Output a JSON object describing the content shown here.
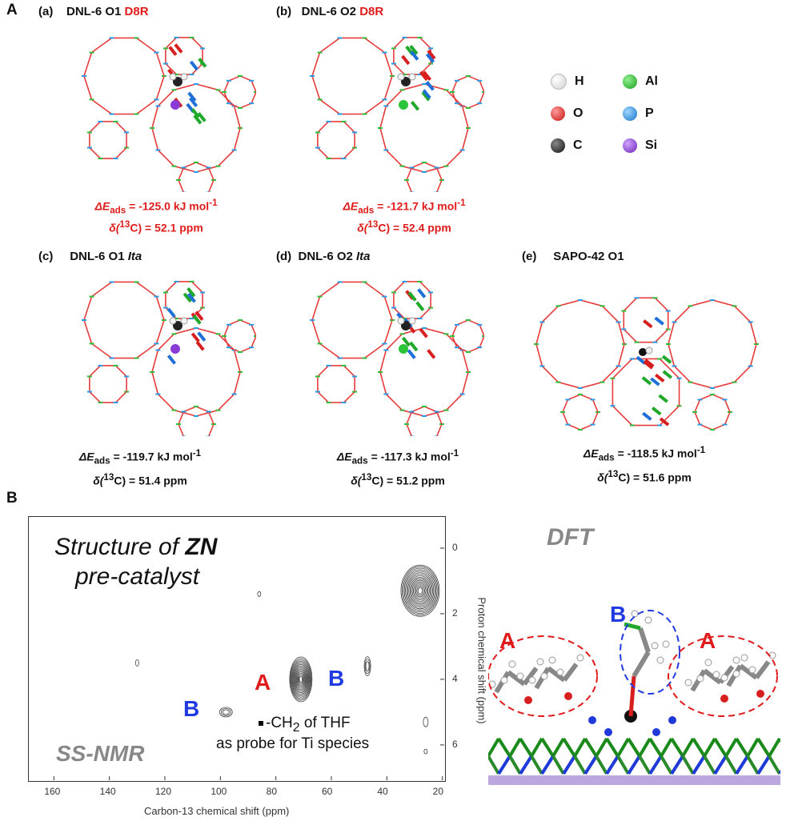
{
  "section_a": {
    "letter": "A"
  },
  "section_b": {
    "letter": "B"
  },
  "panels": [
    {
      "tag": "(a)",
      "name": "DNL-6 O1",
      "suffix": "D8R",
      "energy_value": "= -125.0 kJ mol",
      "energy_exp": "-1",
      "shift_value": ") = 52.1 ppm"
    },
    {
      "tag": "(b)",
      "name": "DNL-6 O2",
      "suffix": "D8R",
      "energy_value": "= -121.7 kJ mol",
      "energy_exp": "-1",
      "shift_value": ") = 52.4 ppm"
    },
    {
      "tag": "(c)",
      "name": "DNL-6 O1",
      "suffix": "Ita",
      "energy_value": "= -119.7 kJ mol",
      "energy_exp": "-1",
      "shift_value": ") = 51.4 ppm"
    },
    {
      "tag": "(d)",
      "name": "DNL-6 O2",
      "suffix": "Ita",
      "energy_value": "= -117.3 kJ mol",
      "energy_exp": "-1",
      "shift_value": ") = 51.2 ppm"
    },
    {
      "tag": "(e)",
      "name": "SAPO-42 O1",
      "suffix": "",
      "energy_value": "= -118.5 kJ mol",
      "energy_exp": "-1",
      "shift_value": ") = 51.6 ppm"
    }
  ],
  "symbols": {
    "delta_e": "ΔE",
    "ads": "ads",
    "delta": "δ(",
    "c13_sup": "13",
    "c13": "C"
  },
  "legend": [
    {
      "symbol": "H",
      "color": "#f2f2f2"
    },
    {
      "symbol": "Al",
      "color": "#1fbf2a"
    },
    {
      "symbol": "O",
      "color": "#e01b1b"
    },
    {
      "symbol": "P",
      "color": "#1f8fe0"
    },
    {
      "symbol": "C",
      "color": "#2b2b2b"
    },
    {
      "symbol": "Si",
      "color": "#8a3bd6"
    }
  ],
  "nmr": {
    "title_line1": "Structure of ",
    "title_bold": "ZN",
    "title_line2": "pre-catalyst",
    "method": "SS-NMR",
    "xlabel": "Carbon-13 chemical shift (ppm)",
    "ylabel": "Proton chemical shift (ppm)",
    "x_ticks": [
      "160",
      "140",
      "120",
      "100",
      "80",
      "60",
      "40",
      "20"
    ],
    "y_ticks": [
      "0",
      "2",
      "4",
      "6"
    ],
    "peak_a": "A",
    "peak_b1": "B",
    "peak_b2": "B",
    "note_line1": "-CH",
    "note_sub": "2",
    "note_line1_end": " of THF",
    "note_line2": "as probe for Ti species"
  },
  "dft": {
    "title": "DFT",
    "label_a_left": "A",
    "label_b": "B",
    "label_a_right": "A"
  }
}
